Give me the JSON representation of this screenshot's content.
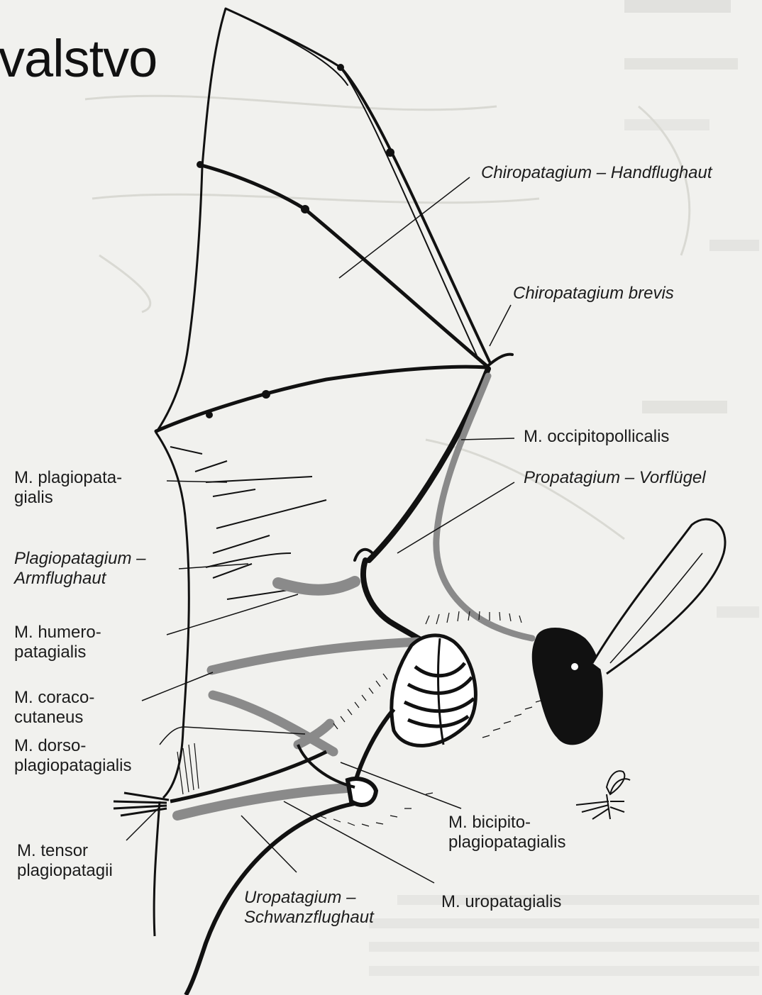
{
  "title": "valstvo",
  "labels": {
    "chiropatagium_handflughaut": "Chiropatagium – Handflughaut",
    "chiropatagium_brevis": "Chiropatagium brevis",
    "m_occipitopollicalis": "M. occipitopollicalis",
    "propatagium": "Propatagium – Vorflügel",
    "m_plagiopatagialis": [
      "M. plagiopata-",
      "gialis"
    ],
    "plagiopatagium": [
      "Plagiopatagium –",
      "Armflughaut"
    ],
    "m_humeropatagialis": [
      "M. humero-",
      "patagialis"
    ],
    "m_coracocutaneus": [
      "M. coraco-",
      "cutaneus"
    ],
    "m_dorsoplagiopatagialis": [
      "M. dorso-",
      "plagiopatagialis"
    ],
    "m_tensor": [
      "M. tensor",
      "plagiopatagii"
    ],
    "m_bicipito": [
      "M. bicipito-",
      "plagiopatagialis"
    ],
    "uropatagium": [
      "Uropatagium –",
      "Schwanzflughaut"
    ],
    "m_uropatagialis": "M. uropatagialis"
  },
  "colors": {
    "background": "#f1f1ee",
    "ink": "#111111",
    "muscle_gray": "#8a8a8a",
    "faded_background_text": "#c9c9c4"
  }
}
